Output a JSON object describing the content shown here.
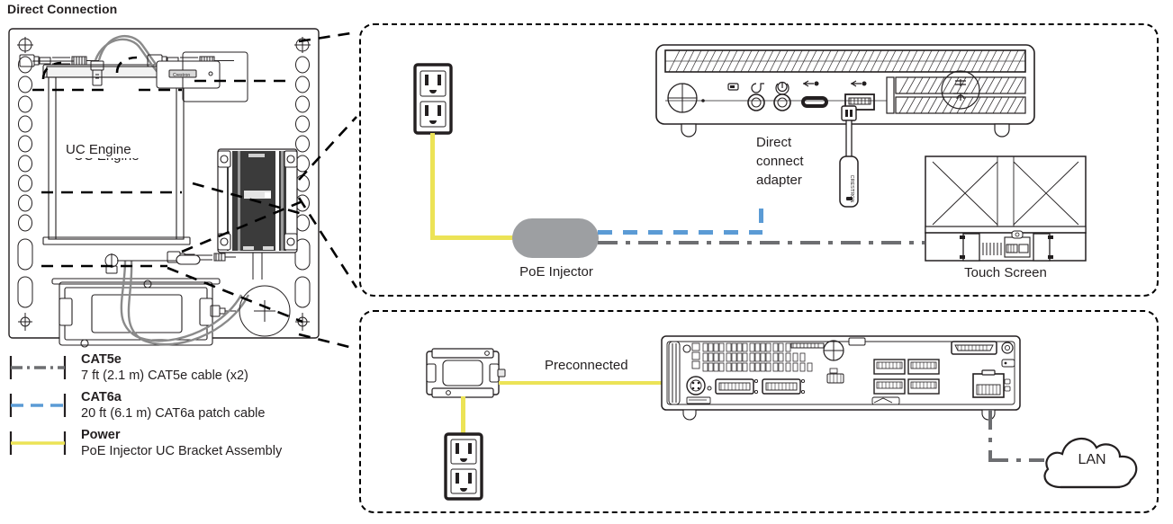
{
  "title": "Direct Connection",
  "legend": {
    "items": [
      {
        "name": "CAT5e",
        "desc": "7 ft (2.1 m) CAT5e cable (x2)",
        "color": "#6d6e71",
        "style": "dash-dot"
      },
      {
        "name": "CAT6a",
        "desc": "20 ft (6.1 m) CAT6a patch cable",
        "color": "#5b9bd5",
        "style": "dashed"
      },
      {
        "name": "Power",
        "desc": "PoE Injector\nUC Bracket Assembly",
        "color": "#ece356",
        "style": "solid"
      }
    ]
  },
  "bracket_assembly": {
    "uc_engine_label": "UC Engine"
  },
  "panel_top": {
    "outlet_label": "",
    "poe_injector_label": "PoE Injector",
    "direct_connect_adapter_label": "Direct\nconnect\nadapter",
    "touch_screen_label": "Touch Screen"
  },
  "panel_bottom": {
    "preconnected_label": "Preconnected",
    "lan_label": "LAN"
  },
  "colors": {
    "power_yellow": "#ece356",
    "cat6a_blue": "#5b9bd5",
    "cat5e_gray": "#6d6e71",
    "poe_body": "#9d9fa2",
    "outline": "#231f20"
  }
}
